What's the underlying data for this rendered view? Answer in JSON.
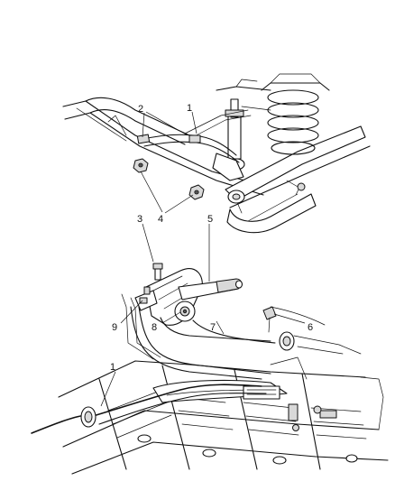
{
  "callouts": [
    {
      "id": "c1a",
      "label": "1"
    },
    {
      "id": "c2",
      "label": "2"
    },
    {
      "id": "c3",
      "label": "3"
    },
    {
      "id": "c4",
      "label": "4"
    },
    {
      "id": "c5",
      "label": "5"
    },
    {
      "id": "c6",
      "label": "6"
    },
    {
      "id": "c7",
      "label": "7"
    },
    {
      "id": "c8",
      "label": "8"
    },
    {
      "id": "c9",
      "label": "9"
    },
    {
      "id": "c1b",
      "label": "1"
    }
  ]
}
